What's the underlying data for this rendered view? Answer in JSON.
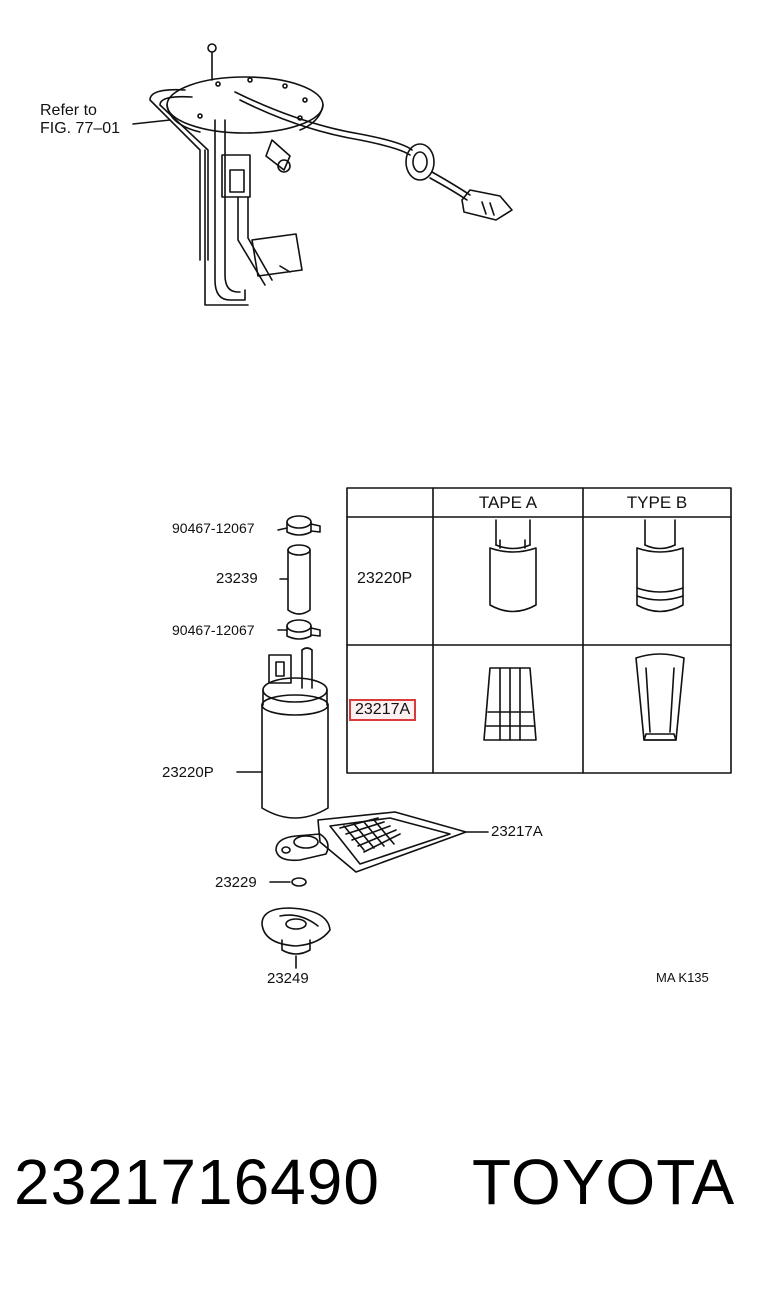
{
  "colors": {
    "line": "#111111",
    "highlight": "#d93a3a"
  },
  "top_assembly": {
    "refer_line1": "Refer to",
    "refer_line2": "FIG. 77–01"
  },
  "table": {
    "headers": [
      "TAPE A",
      "TYPE B"
    ],
    "rows": [
      {
        "part": "23220P"
      },
      {
        "part": "23217A"
      }
    ]
  },
  "callouts": {
    "clamp_upper": "90467-12067",
    "hose": "23239",
    "clamp_lower": "90467-12067",
    "pump": "23220P",
    "filter": "23217A",
    "washer": "23229",
    "bracket": "23249"
  },
  "figure_code": "MA K135",
  "footer": {
    "part_number": "2321716490",
    "brand": "TOYOTA"
  }
}
